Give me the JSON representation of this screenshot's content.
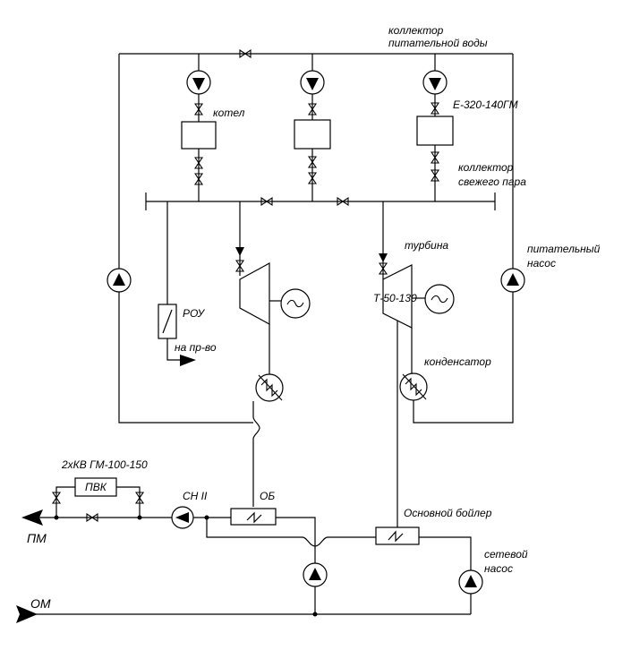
{
  "labels": {
    "feedwater_collector_1": "коллектор",
    "feedwater_collector_2": "питательной воды",
    "boiler": "котел",
    "boiler_model": "Е-320-140ГМ",
    "steam_collector_1": "коллектор",
    "steam_collector_2": "свежего пара",
    "turbine": "турбина",
    "turbine_model": "Т-50-130",
    "feed_pump_1": "питательный",
    "feed_pump_2": "насос",
    "rou": "РОУ",
    "to_production": "на пр-во",
    "condenser": "конденсатор",
    "pvk_model": "2хКВ ГМ-100-150",
    "pvk": "ПВК",
    "sn2": "СН II",
    "ob": "ОБ",
    "main_boiler": "Основной бойлер",
    "network_pump_1": "сетевой",
    "network_pump_2": "насос",
    "pm": "ПМ",
    "om": "ОМ"
  },
  "icons": {
    "pump": "pump-icon",
    "valve": "valve-icon",
    "generator": "generator-icon",
    "heat_exchanger": "heat-exchanger-icon",
    "arrow": "flow-arrow-icon"
  }
}
